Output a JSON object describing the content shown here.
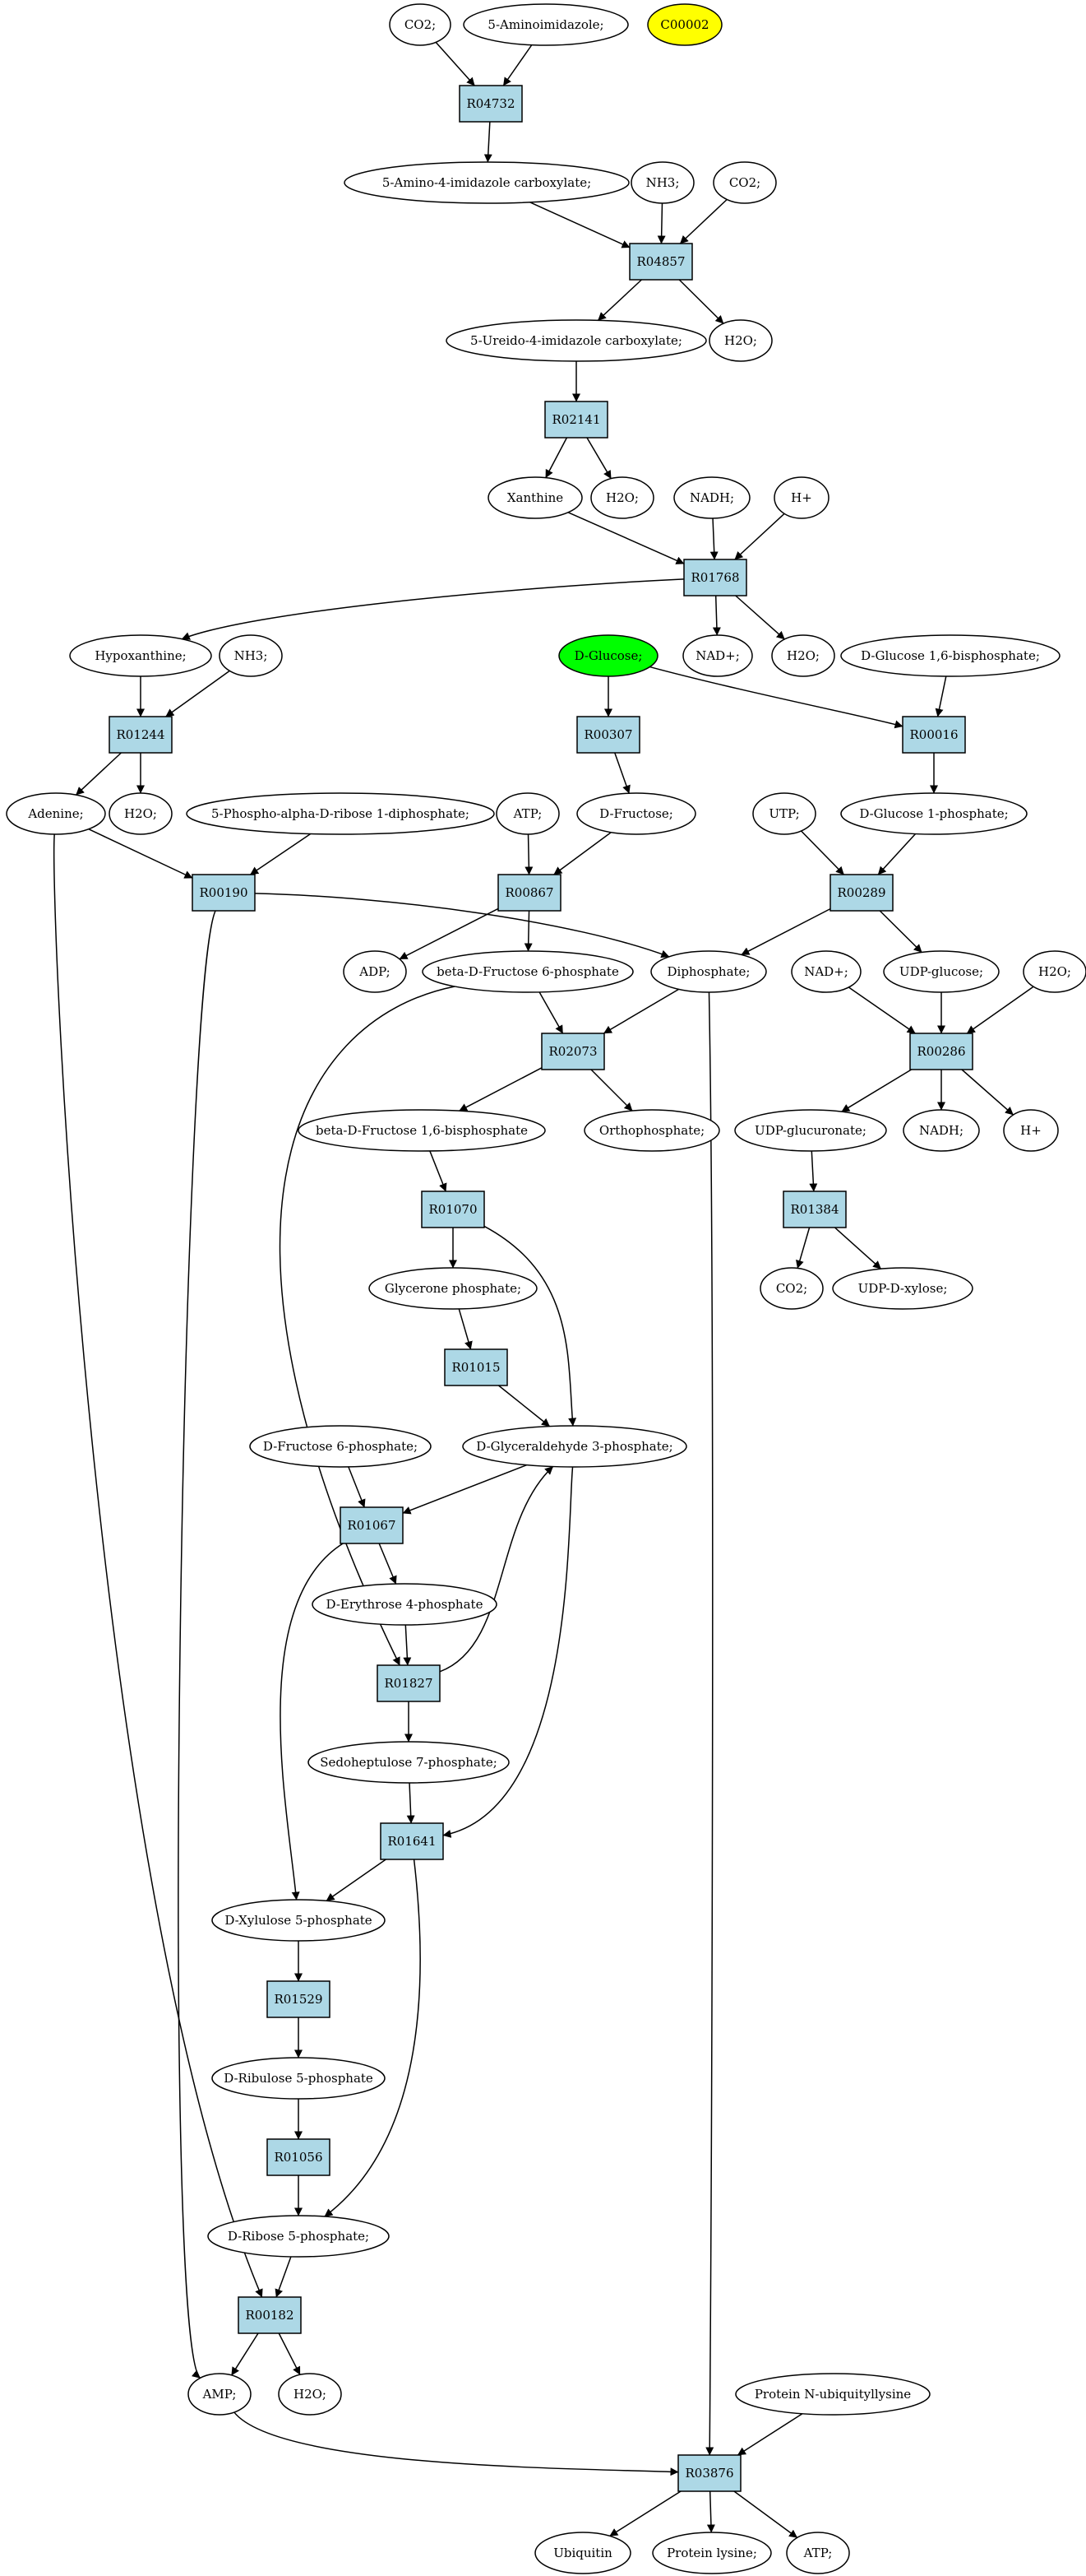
{
  "colors": {
    "reaction_fill": "#add8e6",
    "compound_fill": "#ffffff",
    "highlight_yellow": "#ffff00",
    "highlight_green": "#00ff00",
    "edge": "#000000"
  },
  "compounds": {
    "co2_a": "CO2;",
    "aminoimidazole": "5-Aminoimidazole;",
    "c00002": "C00002",
    "aica": "5-Amino-4-imidazole carboxylate;",
    "nh3_a": "NH3;",
    "co2_b": "CO2;",
    "uica": "5-Ureido-4-imidazole carboxylate;",
    "h2o_a": "H2O;",
    "xanthine": "Xanthine",
    "h2o_b": "H2O;",
    "nadh_a": "NADH;",
    "hplus_a": "H+",
    "hypoxanthine": "Hypoxanthine;",
    "nh3_b": "NH3;",
    "dglucose": "D-Glucose;",
    "nadplus_a": "NAD+;",
    "h2o_c": "H2O;",
    "glc16bp": "D-Glucose 1,6-bisphosphate;",
    "adenine": "Adenine;",
    "h2o_d": "H2O;",
    "prpp": "5-Phospho-alpha-D-ribose 1-diphosphate;",
    "atp_a": "ATP;",
    "dfructose": "D-Fructose;",
    "utp": "UTP;",
    "glc1p": "D-Glucose 1-phosphate;",
    "adp": "ADP;",
    "bfru6p": "beta-D-Fructose 6-phosphate",
    "diphosphate": "Diphosphate;",
    "nadplus_b": "NAD+;",
    "udpglucose": "UDP-glucose;",
    "h2o_e": "H2O;",
    "bfru16bp": "beta-D-Fructose 1,6-bisphosphate",
    "orthophosphate": "Orthophosphate;",
    "udpglucuronate": "UDP-glucuronate;",
    "nadh_b": "NADH;",
    "hplus_b": "H+",
    "co2_c": "CO2;",
    "udpxylose": "UDP-D-xylose;",
    "glyceronep": "Glycerone phosphate;",
    "dfru6p": "D-Fructose 6-phosphate;",
    "g3p": "D-Glyceraldehyde 3-phosphate;",
    "ery4p": "D-Erythrose 4-phosphate",
    "sed7p": "Sedoheptulose 7-phosphate;",
    "xyl5p": "D-Xylulose 5-phosphate",
    "ribu5p": "D-Ribulose 5-phosphate",
    "rib5p": "D-Ribose 5-phosphate;",
    "amp": "AMP;",
    "h2o_f": "H2O;",
    "protnub": "Protein N-ubiquityllysine",
    "ubiquitin": "Ubiquitin",
    "protlys": "Protein lysine;",
    "atp_b": "ATP;"
  },
  "reactions": {
    "R04732": "R04732",
    "R04857": "R04857",
    "R02141": "R02141",
    "R01768": "R01768",
    "R01244": "R01244",
    "R00307": "R00307",
    "R00016": "R00016",
    "R00190": "R00190",
    "R00867": "R00867",
    "R00289": "R00289",
    "R02073": "R02073",
    "R00286": "R00286",
    "R01070": "R01070",
    "R01384": "R01384",
    "R01015": "R01015",
    "R01067": "R01067",
    "R01827": "R01827",
    "R01641": "R01641",
    "R01529": "R01529",
    "R01056": "R01056",
    "R00182": "R00182",
    "R03876": "R03876"
  }
}
